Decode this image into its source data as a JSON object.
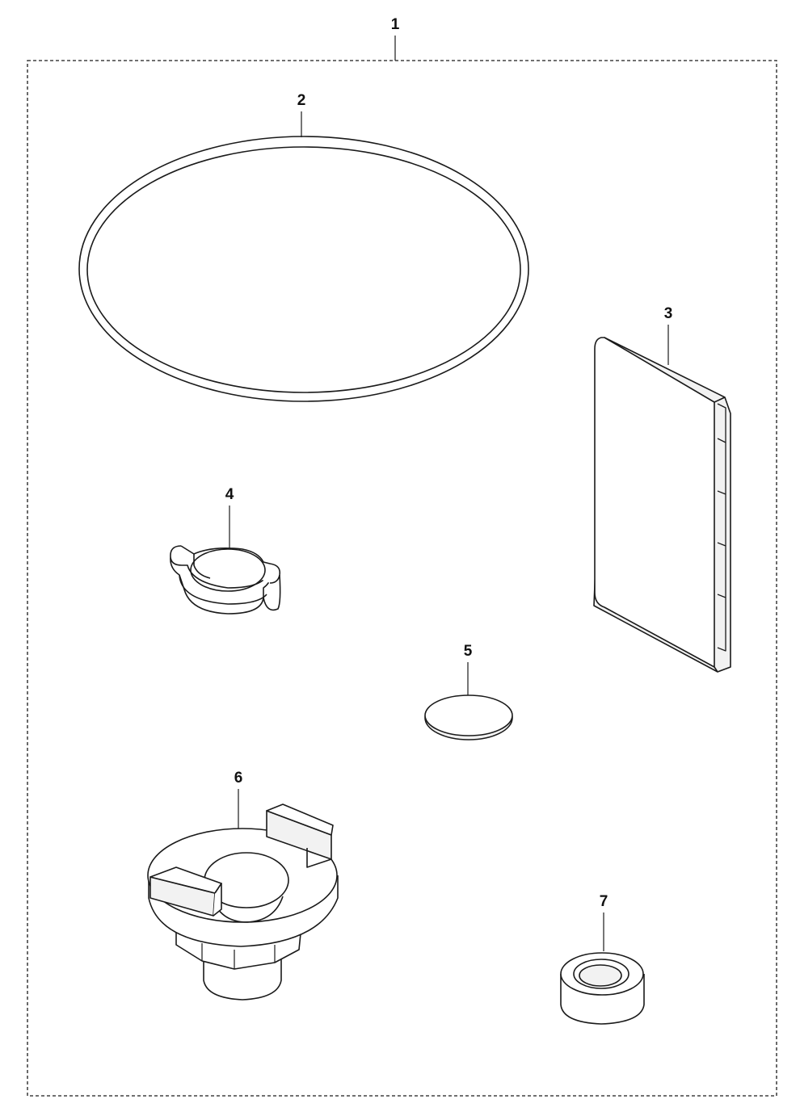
{
  "diagram": {
    "kit": {
      "label": "1"
    },
    "parts": [
      {
        "id": "o-ring",
        "label": "2"
      },
      {
        "id": "plate",
        "label": "3"
      },
      {
        "id": "clamp",
        "label": "4"
      },
      {
        "id": "disc",
        "label": "5"
      },
      {
        "id": "adapter",
        "label": "6"
      },
      {
        "id": "cap",
        "label": "7"
      }
    ],
    "colors": {
      "outline": "#1a1a1a",
      "fill": "#ffffff",
      "shade": "#f2f2f2"
    }
  }
}
